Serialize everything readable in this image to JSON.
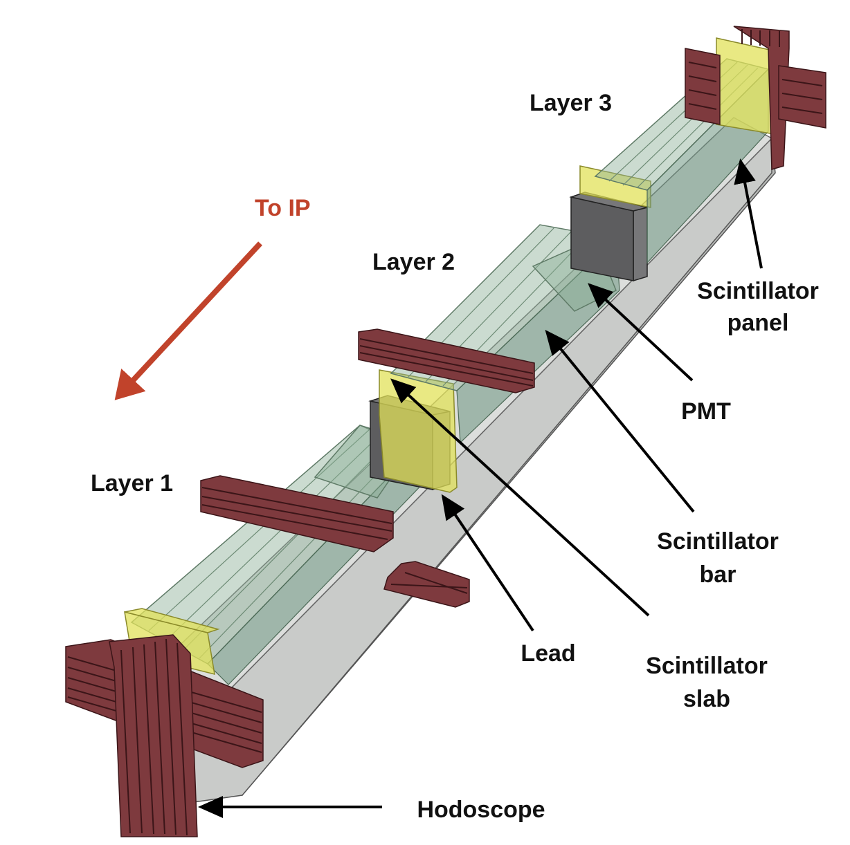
{
  "labels": {
    "layer1": "Layer 1",
    "layer2": "Layer 2",
    "layer3": "Layer 3",
    "to_ip": "To IP",
    "lead": "Lead",
    "scintillator_slab_line1": "Scintillator",
    "scintillator_slab_line2": "slab",
    "scintillator_bar_line1": "Scintillator",
    "scintillator_bar_line2": "bar",
    "pmt": "PMT",
    "scintillator_panel_line1": "Scintillator",
    "scintillator_panel_line2": "panel",
    "hodoscope": "Hodoscope"
  },
  "colors": {
    "to_ip_arrow": "#c1432b",
    "hodoscope": "#7e3a3e",
    "scintillator_slab": "#e1e15a",
    "lead": "#5d5d5f",
    "scintillator_glass": "#8caf96",
    "support_beam": "#d8dad8",
    "pointer_arrows": "#000000"
  }
}
